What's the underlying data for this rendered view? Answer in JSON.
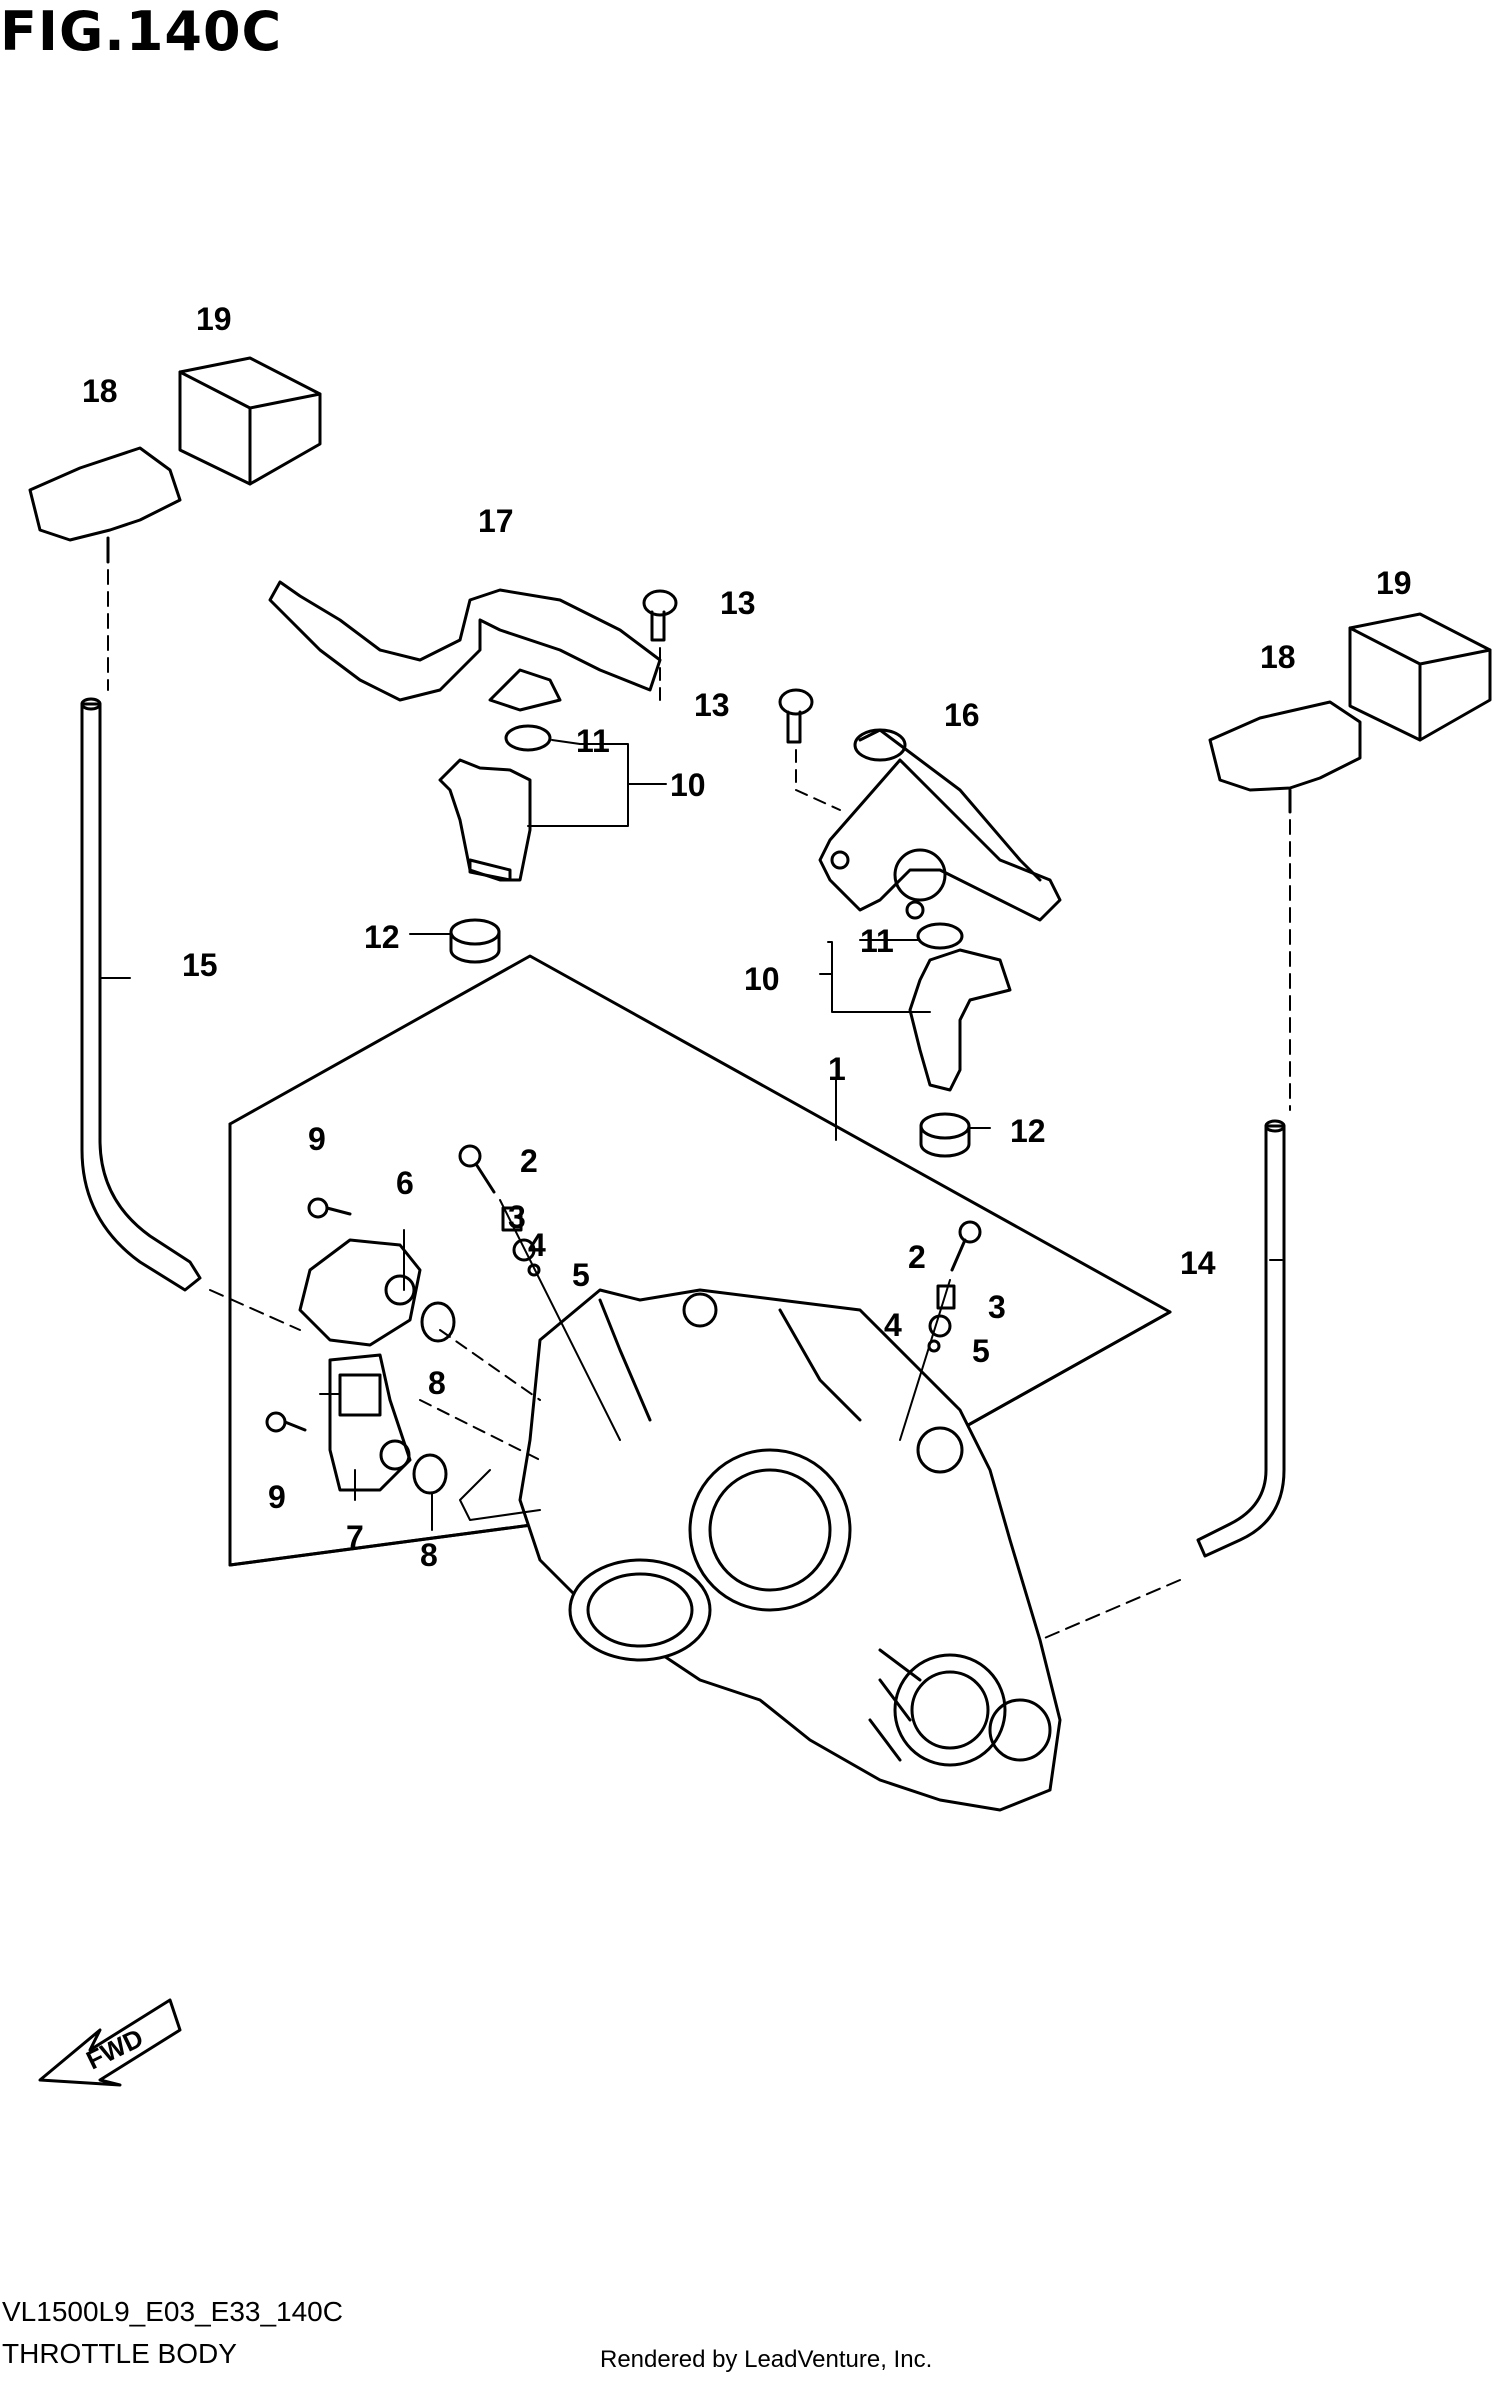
{
  "figure": {
    "title": "FIG.140C",
    "code": "VL1500L9_E03_E33_140C",
    "subtitle": "THROTTLE BODY",
    "credit": "Rendered by LeadVenture, Inc.",
    "fwd_label": "FWD"
  },
  "callouts": [
    "1",
    "2",
    "2",
    "3",
    "3",
    "4",
    "4",
    "5",
    "5",
    "6",
    "7",
    "8",
    "8",
    "9",
    "9",
    "10",
    "10",
    "11",
    "11",
    "12",
    "12",
    "13",
    "13",
    "14",
    "15",
    "16",
    "17",
    "18",
    "18",
    "19",
    "19"
  ]
}
